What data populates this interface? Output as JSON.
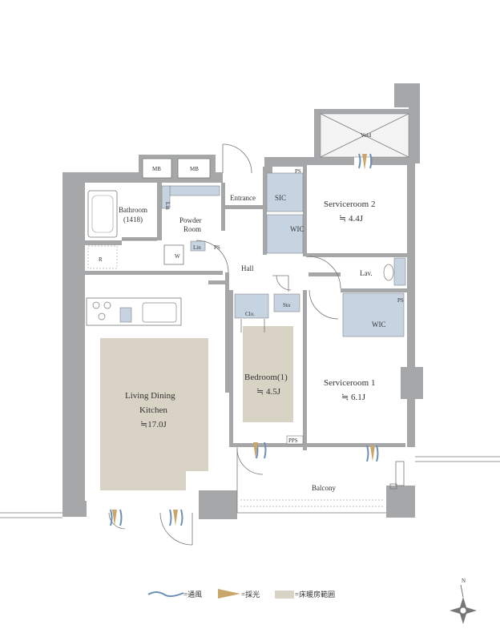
{
  "rooms": {
    "void": "Void",
    "mb1": "MB",
    "mb2": "MB",
    "bathroom": "Bathroom",
    "bathroom_size": "(1418)",
    "powder_room_1": "Powder",
    "powder_room_2": "Room",
    "lin1": "Lin",
    "lin2": "Lin",
    "ps1": "PS",
    "ps2": "PS",
    "ps3": "PS",
    "pps": "PPS",
    "w": "W",
    "r": "R",
    "entrance": "Entrance",
    "sic": "SIC",
    "wic1": "WIC",
    "wic2": "WIC",
    "hall": "Hall",
    "lav": "Lav.",
    "sto": "Sto",
    "clo": "Clo.",
    "serviceroom2": "Serviceroom 2",
    "serviceroom2_size": "≒ 4.4J",
    "serviceroom1": "Serviceroom 1",
    "serviceroom1_size": "≒ 6.1J",
    "bedroom1": "Bedroom(1)",
    "bedroom1_size": "≒ 4.5J",
    "ldk_1": "Living Dining",
    "ldk_2": "Kitchen",
    "ldk_size": "≒17.0J",
    "balcony": "Balcony"
  },
  "legend": {
    "ventilation": "=通風",
    "daylight": "=採光",
    "floor_heating": "=床暖房範囲"
  },
  "compass": {
    "north": "N"
  },
  "colors": {
    "wall": "#a6a7a9",
    "floor_heating": "#d9d3c5",
    "ventilation": "#6b8fb5",
    "daylight": "#c9a66b",
    "fixture": "#c6d3e0"
  }
}
